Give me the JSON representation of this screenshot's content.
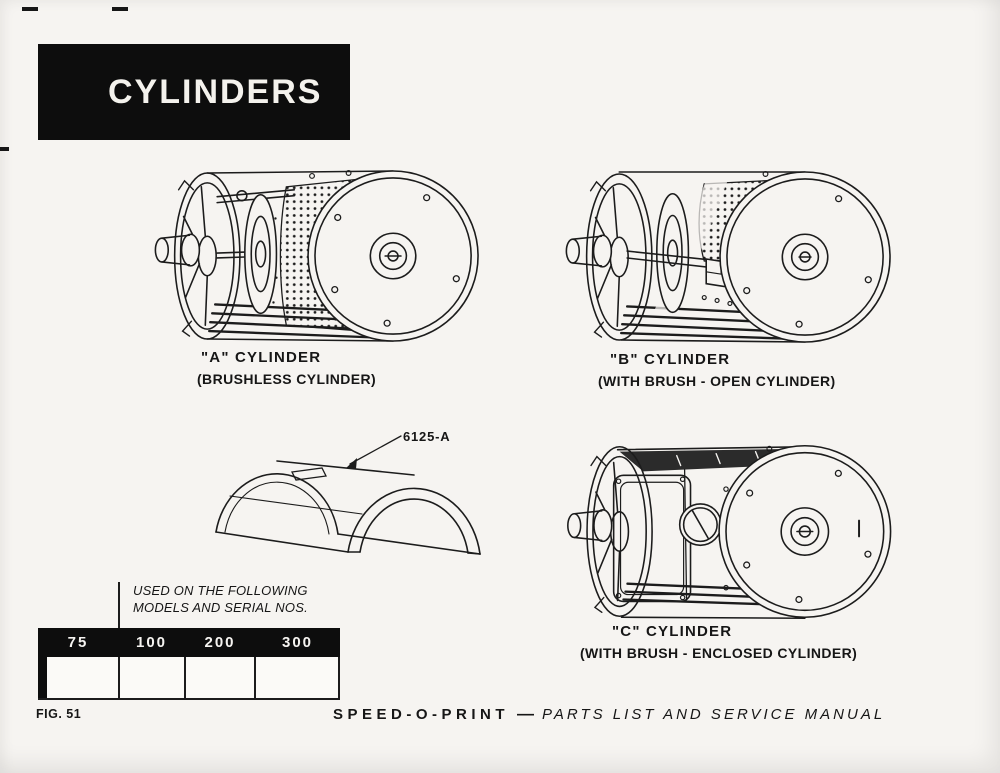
{
  "page": {
    "title": "CYLINDERS",
    "fig_label": "FIG. 51"
  },
  "captions": {
    "a": {
      "title": "\"A\" CYLINDER",
      "subtitle": "(BRUSHLESS CYLINDER)"
    },
    "b": {
      "title": "\"B\" CYLINDER",
      "subtitle": "(WITH BRUSH - OPEN CYLINDER)"
    },
    "c": {
      "title": "\"C\" CYLINDER",
      "subtitle": "(WITH BRUSH - ENCLOSED CYLINDER)"
    }
  },
  "cover": {
    "part_number": "6125-A"
  },
  "usage_note": {
    "line1": "USED ON THE FOLLOWING",
    "line2": "MODELS AND SERIAL NOS."
  },
  "models_table": {
    "columns": [
      "75",
      "100",
      "200",
      "300"
    ],
    "cells": [
      "",
      "",
      "",
      ""
    ]
  },
  "footer": {
    "brand": "SPEED-O-PRINT",
    "dash": "—",
    "subtitle": "PARTS LIST AND SERVICE MANUAL"
  }
}
